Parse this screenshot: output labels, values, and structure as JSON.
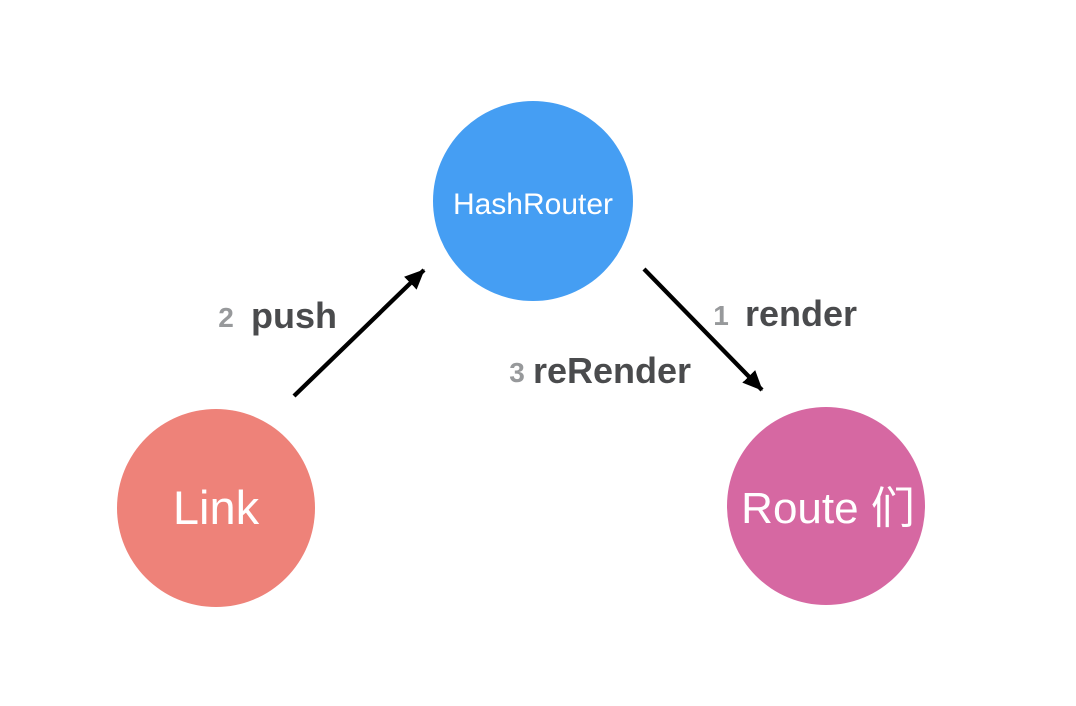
{
  "page": {
    "background": "#FFFFFF"
  },
  "diagram": {
    "nodes": [
      {
        "id": "hashrouter",
        "label": "HashRouter",
        "color": "#459EF3",
        "text_color": "#FFFFFF"
      },
      {
        "id": "link",
        "label": "Link",
        "color": "#EE8279",
        "text_color": "#FFFFFF"
      },
      {
        "id": "routes",
        "label": "Route 们",
        "color": "#D668A2",
        "text_color": "#FFFFFF"
      }
    ],
    "steps": [
      {
        "number": "1",
        "label": "render",
        "arrow_from": "HashRouter",
        "arrow_to": "Route 们"
      },
      {
        "number": "2",
        "label": "push",
        "arrow_from": "Link",
        "arrow_to": "HashRouter"
      },
      {
        "number": "3",
        "label": "reRender",
        "arrow_from": null,
        "arrow_to": null
      }
    ],
    "colors": {
      "arrow": "#000000",
      "step_number": "#97999B",
      "step_label": "#4A4B4D"
    }
  }
}
